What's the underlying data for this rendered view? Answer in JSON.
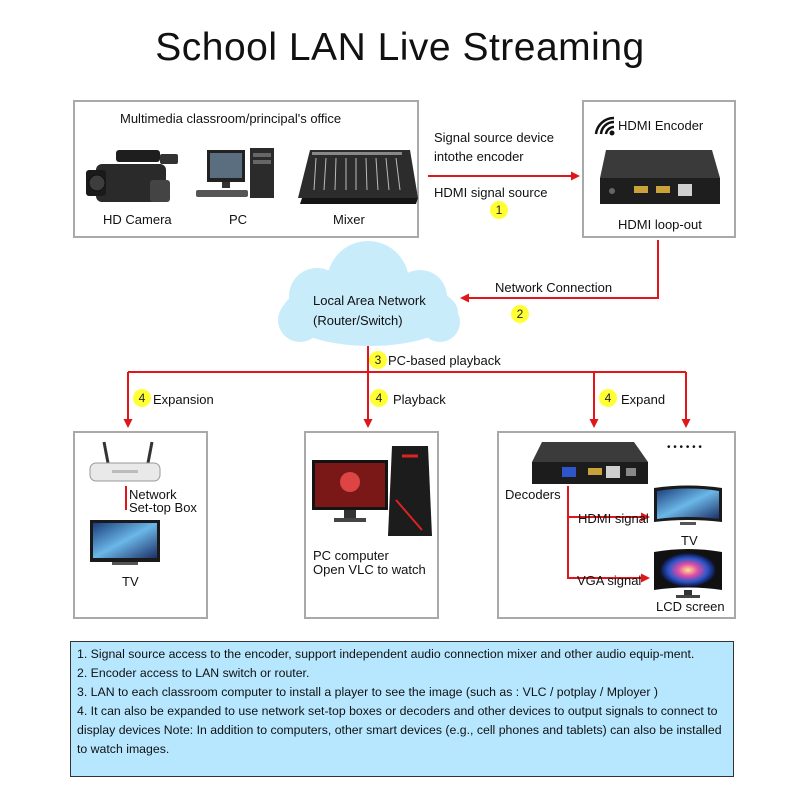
{
  "title": "School LAN Live Streaming",
  "source_box": {
    "heading": "Multimedia classroom/principal's office",
    "devices": [
      "HD Camera",
      "PC",
      "Mixer"
    ]
  },
  "encoder_box": {
    "heading": "HDMI Encoder",
    "loop_out": "HDMI loop-out"
  },
  "link_1": {
    "line1": "Signal source device",
    "line2": "intothe encoder",
    "line3": "HDMI signal source",
    "step": "1"
  },
  "link_2": {
    "label": "Network Connection",
    "step": "2"
  },
  "cloud": {
    "line1": "Local Area Network",
    "line2": "(Router/Switch)"
  },
  "link_3": {
    "label": "PC-based playback",
    "step": "3"
  },
  "branches": [
    {
      "step": "4",
      "label": "Expansion"
    },
    {
      "step": "4",
      "label": "Playback"
    },
    {
      "step": "4",
      "label": "Expand"
    }
  ],
  "left_box": {
    "line1": "Network",
    "line2": "Set-top Box",
    "tv": "TV"
  },
  "mid_box": {
    "line1": "PC computer",
    "line2": "Open VLC to watch"
  },
  "right_box": {
    "decoders": "Decoders",
    "dots": "• • • • • •",
    "hdmi_signal": "HDMI signal",
    "tv": "TV",
    "vga_signal": "VGA signal",
    "lcd": "LCD screen"
  },
  "notes": [
    "1. Signal source access to the encoder, support independent audio connection mixer and other audio equip-ment.",
    "2. Encoder access to LAN switch or router.",
    "3. LAN to each classroom computer to install a player to see the image (such as : VLC / potplay / Mployer )",
    "4. It can also be expanded to use network set-top boxes or decoders and other devices to output signals to connect to display devices Note: In addition to computers, other smart devices (e.g., cell phones and tablets) can also be installed to watch images."
  ],
  "colors": {
    "arrow": "#e0161b",
    "cloud": "#c9ecfb",
    "step_badge": "#ffff33",
    "notes_bg": "#b7e7ff"
  }
}
